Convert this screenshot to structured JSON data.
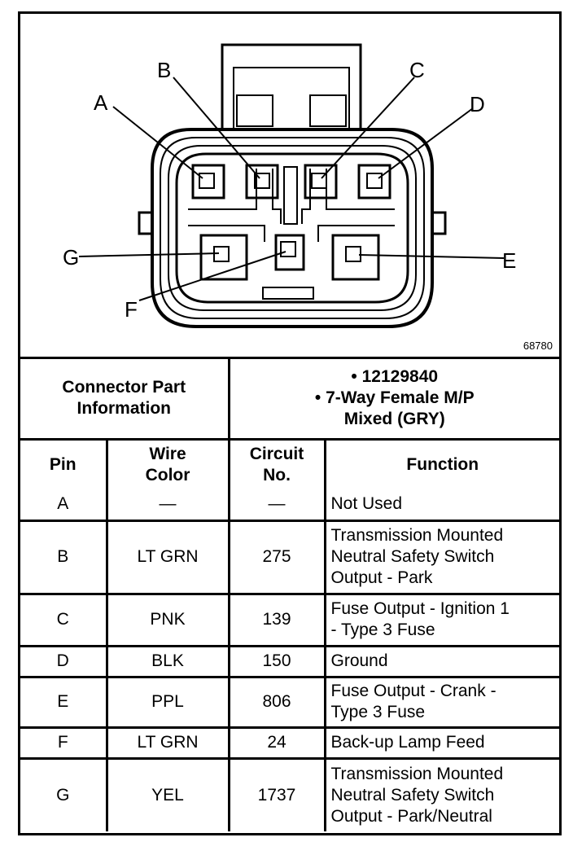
{
  "figure_id": "68780",
  "pin_labels": {
    "A": "A",
    "B": "B",
    "C": "C",
    "D": "D",
    "E": "E",
    "F": "F",
    "G": "G"
  },
  "connector_info": {
    "label_line1": "Connector Part",
    "label_line2": "Information",
    "part_number": "12129840",
    "description_line1": "7-Way Female M/P",
    "description_line2": "Mixed (GRY)",
    "bullet": "•"
  },
  "columns": {
    "pin": "Pin",
    "wire_color_1": "Wire",
    "wire_color_2": "Color",
    "circuit_1": "Circuit",
    "circuit_2": "No.",
    "function": "Function"
  },
  "rows": [
    {
      "pin": "A",
      "wire": "—",
      "circuit": "—",
      "function": [
        "Not Used"
      ]
    },
    {
      "pin": "B",
      "wire": "LT GRN",
      "circuit": "275",
      "function": [
        "Transmission Mounted",
        "Neutral Safety Switch",
        "Output - Park"
      ]
    },
    {
      "pin": "C",
      "wire": "PNK",
      "circuit": "139",
      "function": [
        "Fuse Output - Ignition 1",
        "- Type 3 Fuse"
      ]
    },
    {
      "pin": "D",
      "wire": "BLK",
      "circuit": "150",
      "function": [
        "Ground"
      ]
    },
    {
      "pin": "E",
      "wire": "PPL",
      "circuit": "806",
      "function": [
        "Fuse Output - Crank -",
        "Type 3 Fuse"
      ]
    },
    {
      "pin": "F",
      "wire": "LT GRN",
      "circuit": "24",
      "function": [
        "Back-up Lamp Feed"
      ]
    },
    {
      "pin": "G",
      "wire": "YEL",
      "circuit": "1737",
      "function": [
        "Transmission Mounted",
        "Neutral Safety Switch",
        "Output - Park/Neutral"
      ]
    }
  ]
}
